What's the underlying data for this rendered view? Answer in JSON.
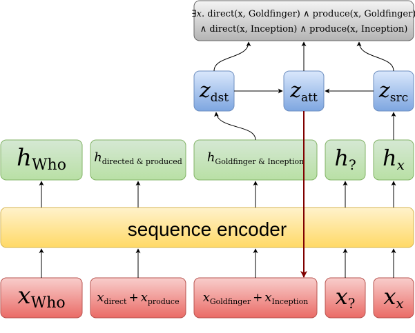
{
  "colors": {
    "green_fill": "#d5e8d4",
    "green_fill_top": "#b9e0a5",
    "green_stroke": "#82b366",
    "red_fill": "#f8cecc",
    "red_fill_top": "#ea6b66",
    "red_stroke": "#b85450",
    "blue_fill": "#dae8fc",
    "blue_fill_top": "#7ea6e0",
    "blue_stroke": "#6c8ebf",
    "yellow_fill": "#fff2cc",
    "yellow_fill_top": "#ffd966",
    "yellow_stroke": "#d6b656",
    "gray_fill": "#f5f5f5",
    "gray_fill_top": "#b3b3b3",
    "gray_stroke": "#666666",
    "attention_arrow": "#800000"
  },
  "logical_form": {
    "line1": {
      "sym": "∃",
      "x": "x",
      "rest": ". direct(x, Goldfinger) ∧ produce(x, Goldfinger)"
    },
    "line2": {
      "text": "∧ direct(x, Inception) ∧ produce(x, Inception)"
    }
  },
  "encoder": {
    "label": "sequence encoder"
  },
  "z_nodes": {
    "dst": {
      "main": "z",
      "sub": "dst"
    },
    "att": {
      "main": "z",
      "sub": "att"
    },
    "src": {
      "main": "z",
      "sub": "src"
    }
  },
  "hidden": [
    {
      "main": "h",
      "sub": "Who"
    },
    {
      "main": "h",
      "sub": "directed & produced"
    },
    {
      "main": "h",
      "sub": "Goldfinger & Inception"
    },
    {
      "main": "h",
      "sub": "?"
    },
    {
      "main": "h",
      "sub": "x"
    }
  ],
  "inputs": [
    {
      "parts": [
        {
          "main": "x",
          "sub": "Who"
        }
      ]
    },
    {
      "parts": [
        {
          "main": "x",
          "sub": "direct"
        },
        {
          "op": "+"
        },
        {
          "main": "x",
          "sub": "produce"
        }
      ]
    },
    {
      "parts": [
        {
          "main": "x",
          "sub": "Goldfinger"
        },
        {
          "op": "+"
        },
        {
          "main": "x",
          "sub": "Inception"
        }
      ]
    },
    {
      "parts": [
        {
          "main": "x",
          "sub": "?"
        }
      ]
    },
    {
      "parts": [
        {
          "main": "x",
          "sub": "x"
        }
      ]
    }
  ]
}
